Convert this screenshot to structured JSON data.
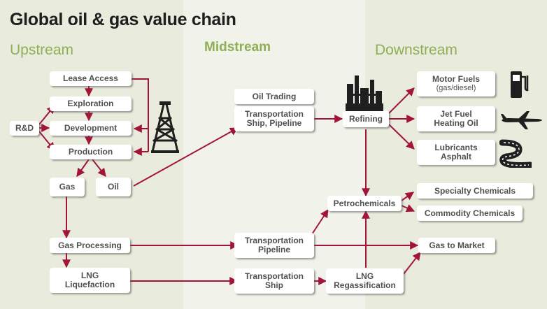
{
  "title": "Global oil & gas value chain",
  "sections": {
    "upstream": "Upstream",
    "midstream": "Midstream",
    "downstream": "Downstream"
  },
  "nodes": {
    "rd": "R&D",
    "lease_access": "Lease Access",
    "exploration": "Exploration",
    "development": "Development",
    "production": "Production",
    "gas": "Gas",
    "oil": "Oil",
    "gas_processing": "Gas Processing",
    "lng_liquefaction": [
      "LNG",
      "Liquefaction"
    ],
    "oil_trading": "Oil Trading",
    "transport_ship_pipeline": [
      "Transportation",
      "Ship, Pipeline"
    ],
    "transport_pipeline": [
      "Transportation",
      "Pipeline"
    ],
    "transport_ship": [
      "Transportation",
      "Ship"
    ],
    "refining": "Refining",
    "petrochemicals": "Petrochemicals",
    "lng_regassification": [
      "LNG",
      "Regassification"
    ],
    "motor_fuels": [
      "Motor Fuels",
      "(gas/diesel)"
    ],
    "jet_fuel": [
      "Jet Fuel",
      "Heating Oil"
    ],
    "lubricants": [
      "Lubricants",
      "Asphalt"
    ],
    "specialty_chemicals": "Specialty Chemicals",
    "commodity_chemicals": "Commodity Chemicals",
    "gas_to_market": "Gas to Market"
  },
  "icons": [
    "oil-derrick-icon",
    "refinery-icon",
    "fuel-pump-icon",
    "airplane-icon",
    "road-icon"
  ],
  "colors": {
    "arrow": "#a3143c",
    "section": "#8fae55",
    "box_text": "#505050"
  }
}
